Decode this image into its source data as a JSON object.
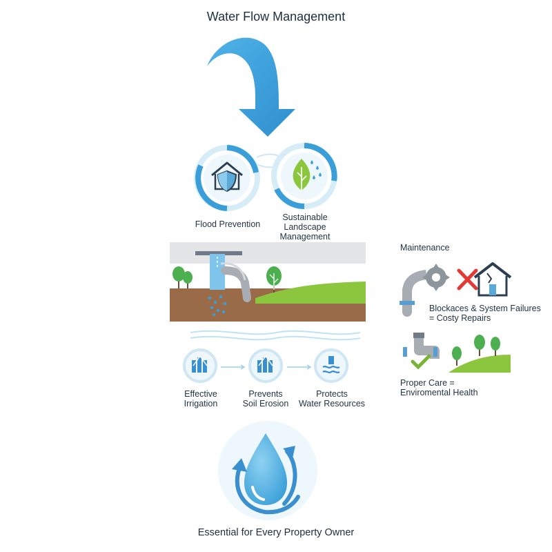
{
  "title": "Water Flow Management",
  "benefits_top": {
    "flood_prevention": "Flood Prevention",
    "sustainable_landscape": [
      "Sustainable",
      "Landscape",
      "Management"
    ]
  },
  "benefits_bottom": [
    {
      "line1": "Effective",
      "line2": "Irrigation",
      "icon": "arrows-up-icon"
    },
    {
      "line1": "Prevents",
      "line2": "Soil Erosion",
      "icon": "arrows-up-icon"
    },
    {
      "line1": "Protects",
      "line2": "Water Resources",
      "icon": "water-level-icon"
    }
  ],
  "maintenance": {
    "heading": "Maintenance",
    "bad_outcome": [
      "Blockaces & System Failures",
      "= Costy Repairs"
    ],
    "good_outcome": [
      "Proper Care =",
      "Enviromental Health"
    ]
  },
  "footer": "Essential for Every Property Owner",
  "colors": {
    "primary_blue": "#3a9fd8",
    "light_blue": "#bfe3f3",
    "ground_brown": "#9a6b49",
    "grass_green": "#8cc63f",
    "tree_green": "#4caf50",
    "pipe_gray": "#a7adb3",
    "red_x": "#e53935"
  }
}
